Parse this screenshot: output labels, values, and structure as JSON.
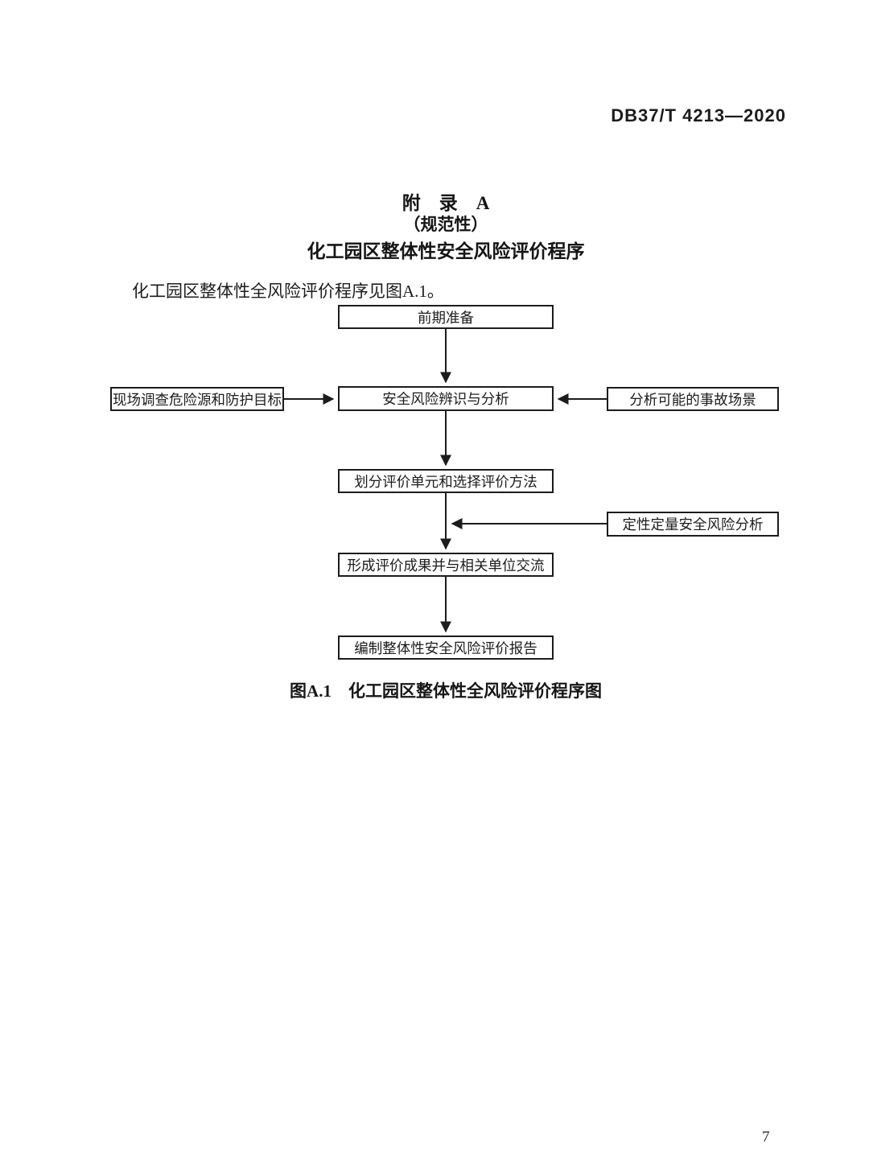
{
  "header": {
    "standard_code": "DB37/T 4213—2020"
  },
  "title": {
    "line1": "附　录　A",
    "line2": "（规范性）",
    "line3": "化工园区整体性安全风险评价程序"
  },
  "body": {
    "intro": "化工园区整体性全风险评价程序见图A.1。"
  },
  "flowchart": {
    "nodes": {
      "prep": "前期准备",
      "identify": "安全风险辨识与分析",
      "survey": "现场调查危险源和防护目标",
      "scenario": "分析可能的事故场景",
      "divide": "划分评价单元和选择评价方法",
      "qualquant": "定性定量安全风险分析",
      "results": "形成评价成果并与相关单位交流",
      "report": "编制整体性安全风险评价报告"
    },
    "caption": "图A.1　化工园区整体性全风险评价程序图"
  },
  "footer": {
    "page_number": "7"
  },
  "colors": {
    "ink": "#1c1c1c",
    "paper": "#ffffff"
  }
}
